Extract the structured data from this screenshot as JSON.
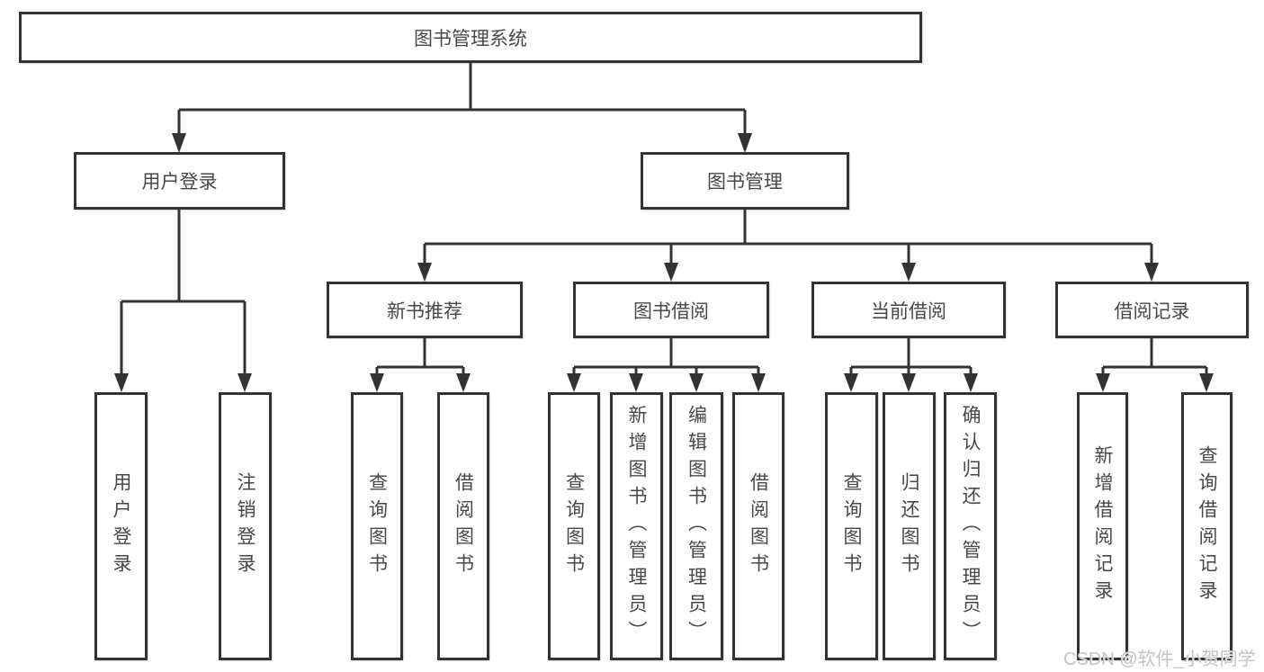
{
  "colors": {
    "background": "#ffffff",
    "line": "#333333",
    "box_border": "#333333",
    "text": "#484848",
    "watermark": "#c3c3c3"
  },
  "root": {
    "label": "图书管理系统"
  },
  "level2": [
    {
      "label": "用户登录"
    },
    {
      "label": "图书管理"
    }
  ],
  "level3": [
    {
      "label": "新书推荐"
    },
    {
      "label": "图书借阅"
    },
    {
      "label": "当前借阅"
    },
    {
      "label": "借阅记录"
    }
  ],
  "leaves": [
    {
      "label": "用户登录"
    },
    {
      "label": "注销登录"
    },
    {
      "label": "查询图书"
    },
    {
      "label": "借阅图书"
    },
    {
      "label": "查询图书"
    },
    {
      "label": "新增图书（管理员）"
    },
    {
      "label": "编辑图书（管理员）"
    },
    {
      "label": "借阅图书"
    },
    {
      "label": "查询图书"
    },
    {
      "label": "归还图书"
    },
    {
      "label": "确认归还（管理员）"
    },
    {
      "label": "新增借阅记录"
    },
    {
      "label": "查询借阅记录"
    }
  ],
  "watermark": "CSDN @软件_小贺同学"
}
